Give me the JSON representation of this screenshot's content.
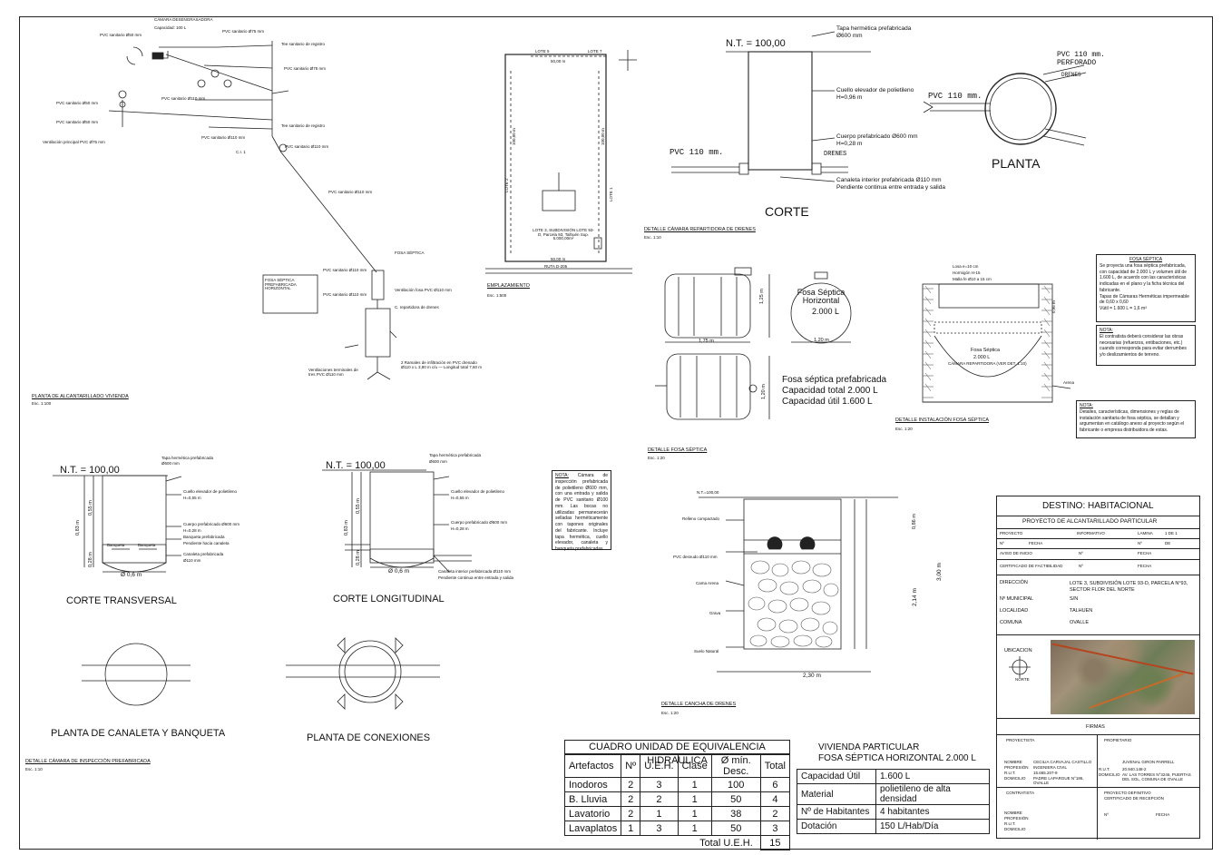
{
  "titles": {
    "planta_alcantarillado": "PLANTA DE ALCANTARILLADO VIVIENDA",
    "planta_alcantarillado_scale": "Esc. 1:100",
    "emplazamiento": "EMPLAZAMIENTO",
    "emplazamiento_scale": "Esc. 1:500",
    "corte": "CORTE",
    "planta": "PLANTA",
    "detalle_camara_repartidora": "DETALLE CÁMARA REPARTIDORA DE DRENES",
    "detalle_camara_repartidora_scale": "Esc. 1:10",
    "detalle_fosa": "DETALLE FOSA SÉPTICA",
    "detalle_fosa_scale": "Esc. 1:20",
    "detalle_instalacion": "DETALLE INSTALACIÓN FOSA SÉPTICA",
    "detalle_instalacion_scale": "Esc. 1:20",
    "corte_transversal": "CORTE TRANSVERSAL",
    "corte_longitudinal": "CORTE LONGITUDINAL",
    "planta_canaleta": "PLANTA DE CANALETA Y BANQUETA",
    "planta_conexiones": "PLANTA DE CONEXIONES",
    "detalle_camara_inspeccion": "DETALLE CÁMARA DE INSPECCIÓN PREFABRICADA",
    "detalle_camara_inspeccion_scale": "Esc. 1:10",
    "detalle_cancha": "DETALLE  CANCHA DE DRENES",
    "detalle_cancha_scale": "Esc. 1:20"
  },
  "corte_labels": {
    "nt": "N.T. = 100,00",
    "tapa": "Tapa hermética prefabricada",
    "tapa_dim": "Ø600 mm",
    "cuello": "Cuello elevador de polietileno",
    "cuello_h": "H=0,96 m",
    "cuerpo": "Cuerpo prefabricado  Ø600 mm",
    "cuerpo_h": "H=0,28 m",
    "pvc": "PVC 110 mm.",
    "drenes": "DRENES",
    "canaleta": "Canaleta interior prefabricada Ø110 mm",
    "pendiente": "Pendiente continua entre entrada y salida"
  },
  "planta_labels": {
    "pvc_left": "PVC 110 mm.",
    "pvc_right": "PVC 110 mm.",
    "perforado": "PERFORADO",
    "drenes": "DRENES"
  },
  "emplazamiento": {
    "lote_top": "LOTE 5",
    "lote_top2": "LOTE 7",
    "dim_top": "50,00 m",
    "dim_bottom": "50,00 m",
    "dim_side": "100,00 m",
    "lote_left": "LOTE 2",
    "lote_right": "LOTE 1",
    "lote_desc": "LOTE 3, SUBDIVISIÓN LOTE 93-D, Parcela 93, Talhuén Sup. 5.000,00m²",
    "ruta": "RUTA D-205"
  },
  "fosa": {
    "h_side": "1,25 m",
    "w_bottom": "1,75 m",
    "w_circle": "1,20 m",
    "circle_label": "Fosa Séptica Horizontal",
    "circle_cap": "2.000 L",
    "h_side2": "1,20 m",
    "desc1": "Fosa séptica prefabricada",
    "desc2": "Capacidad total 2.000 L",
    "desc3": "Capacidad útil 1.600 L"
  },
  "instalacion": {
    "losa": "Losa e=10 cm",
    "hormigon": "Hormigón H-15",
    "malla": "Malla fe Ø10 a 15 cm",
    "fosa_lbl": "Fosa Séptica",
    "fosa_cap": "2.000 L",
    "camara": "CÁMARA REPARTIDORA (VER DET. 1:10)",
    "arena": "Arena",
    "dim": "0,96 m"
  },
  "note_fosa": {
    "title": "FOSA SÉPTICA",
    "body": "Se proyecta una fosa séptica prefabricada, con capacidad de 2.000 L y volumen útil de 1.600 L, de acuerdo con las características indicadas en el plano y la ficha técnica del fabricante.",
    "tapas": "Tapas de Cámaras Herméticas impermeable de 0,60 x 0,60",
    "vol": "Vútil = 1.600 L = 1,6 m³"
  },
  "note_contratista": {
    "title": "NOTA:",
    "body": "El contratista deberá considerar las obras necesarias (refuerzos, entibaciones, etc.) cuando corresponda para evitar derrumbes y/o deslizamientos de terreno."
  },
  "note_detalles": {
    "title": "NOTA:",
    "body": "Detalles, características, dimensiones y reglas de instalación sanitaria de fosa séptica, se detallan y argumentan en catálogo anexo al proyecto según el fabricante o empresa distribuidora de estas."
  },
  "note_camara": {
    "title": "NOTA:",
    "body": "Cámara de inspección prefabricada de polietileno Ø600 mm, con una entrada y salida de PVC sanitario Ø100 mm. Las bocas no utilizadas permanecerán selladas herméticamente con tapones originales del fabricante. Incluye tapa hermética, cuello elevador, canaleta y banqueta prefabricadas."
  },
  "camara_insp": {
    "nt": "N.T. = 100,00",
    "tapa": "Tapa hermética prefabricada",
    "tapa_dim": "Ø600 mm",
    "cuello": "Cuello elevador de polietileno",
    "cuello_h": "H=0,55 m",
    "cuerpo": "Cuerpo prefabricado  Ø600 mm",
    "cuerpo_h": "H=0,28 m",
    "banqueta": "Banqueta prefabricada",
    "pendiente_banq": "Pendiente hacia canaleta",
    "canaleta": "Canaleta prefabricada",
    "canaleta_dim": "Ø110 mm",
    "banq_l": "Banqueta",
    "banq_r": "Banqueta",
    "dim_ancho": "Ø 0,6 m",
    "h1": "0,55 m",
    "h2": "0,83 m",
    "h3": "0,28 m",
    "canaleta_int": "Canaleta interior prefabricada Ø110 mm",
    "pendiente": "Pendiente continua entre entrada y salida"
  },
  "cancha": {
    "nt": "N.T.=100,00",
    "relleno": "Relleno compactado",
    "pvc": "PVC desnudo Ø110 mm",
    "cama": "Cama Arena",
    "grava": "Grava",
    "suelo": "Suelo Natural",
    "ancho": "2,30 m",
    "h1": "0,86 m",
    "h2": "2,14 m",
    "h3": "3,00 m"
  },
  "cuadro": {
    "title": "CUADRO UNIDAD DE EQUIVALENCIA HIDRAULICA",
    "headers": [
      "Artefactos",
      "Nº",
      "U.E.H.",
      "Clase",
      "Ø mín. Desc.",
      "Total"
    ],
    "rows": [
      [
        "Inodoros",
        "2",
        "3",
        "1",
        "100",
        "6"
      ],
      [
        "B. Lluvia",
        "2",
        "2",
        "1",
        "50",
        "4"
      ],
      [
        "Lavatorio",
        "2",
        "1",
        "1",
        "38",
        "2"
      ],
      [
        "Lavaplatos",
        "1",
        "3",
        "1",
        "50",
        "3"
      ]
    ],
    "total_label": "Total U.E.H.",
    "total_value": "15"
  },
  "vivienda": {
    "title1": "VIVIENDA PARTICULAR",
    "title2": "FOSA SÉPTICA HORIZONTAL 2.000 L",
    "rows": [
      [
        "Capacidad Útil",
        "1.600 L"
      ],
      [
        "Material",
        "polietileno de alta densidad"
      ],
      [
        "Nº de Habitantes",
        "4 habitantes"
      ],
      [
        "Dotación",
        "150 L/Hab/Día"
      ]
    ]
  },
  "title_block": {
    "destino": "DESTINO: HABITACIONAL",
    "proyecto_title": "PROYECTO  DE  ALCANTARILLADO PARTICULAR",
    "proyecto_lbl": "PROYECTO",
    "informativo": "INFORMATIVO",
    "lamina": "LAMINA",
    "lamina_val": "1 DE 1",
    "n_lbl": "Nº",
    "fecha_lbl": "FECHA",
    "n2": "Nº",
    "de": "DE",
    "aviso": "AVISO DE INICIO",
    "certificado": "CERTIFICADO DE FACTIBILIDAD",
    "direccion_lbl": "DIRECCIÓN",
    "direccion_val": "LOTE 3, SUBDIVISIÓN LOTE 93-D, PARCELA N°93, SECTOR FLOR DEL NORTE",
    "municipal_lbl": "Nº MUNICIPAL",
    "municipal_val": "S/N",
    "localidad_lbl": "LOCALIDAD",
    "localidad_val": "TALHUEN",
    "comuna_lbl": "COMUNA",
    "comuna_val": "OVALLE",
    "ubicacion": "UBICACION",
    "norte": "NORTE",
    "firmas": "FIRMAS",
    "proyectista": "PROYECTISTA",
    "propietario": "PROPIETARIO",
    "proy_nombre": "CECILIA CARVAJAL CASTILLO",
    "proy_prof": "INGENIERA CIVIL",
    "proy_rut": "15.665.207-9",
    "proy_dom": "PADRE LAPARGUE N°186, OVALLE",
    "prop_nombre": "JUVENAL GIRON PARRELL",
    "prop_rut": "20.940.148-2",
    "prop_dom": "AV. LAS TORRES N°3246, PUERTAS DEL SOL, COMUNA DE OVALLE",
    "k_nombre": "NOMBRE",
    "k_prof": "PROFESIÓN",
    "k_rut": "R.U.T.",
    "k_dom": "DOMICILIO",
    "contratista": "CONTRATISTA",
    "proyecto_def": "PROYECTO DEFINITIVO",
    "cert_recep": "CERTIFICADO DE RECEPCIÓN",
    "n_final": "Nº",
    "fecha_final": "FECHA"
  },
  "planta_notes": {
    "camara": "CÁMARA DESENGRASADORA",
    "camara2": "Capacidad: 100 L",
    "fosa": "FOSA SÉPTICA",
    "verificacion": "Ventilación fosa PVC Ø110 mm",
    "ventilaciones": "Ventilaciones terminales de tres PVC Ø110 mm",
    "ci1": "C.I. 1",
    "ci_ref": "C. repartidora de drenes",
    "drenes": "2 Ramales de infiltración en PVC drenado Ø110 x L 3,80 m c/u — Longitud total 7,60 m",
    "pvc1": "PVC sanitario Ø50 mm",
    "pvc2": "PVC sanitario Ø75 mm",
    "pvc3": "PVC sanitario Ø110 mm",
    "pvc4": "PVC sanitario Ø110 mm",
    "tee": "Tee sanitario de registro",
    "vent1": "Ventilación principal PVC Ø75 mm",
    "box": "FOSA SÉPTICA PREFABRICADA HORIZONTAL"
  },
  "colors": {
    "line": "#222222",
    "map_road": "#b4451f"
  }
}
